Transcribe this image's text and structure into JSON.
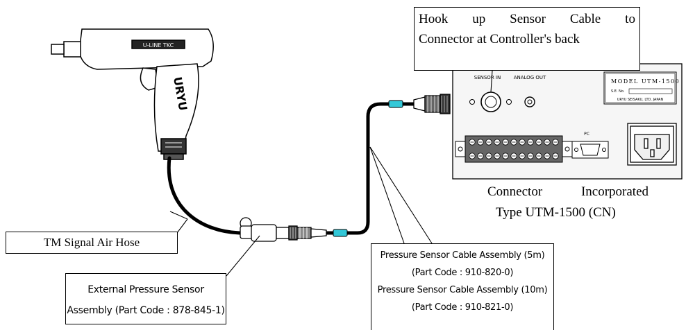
{
  "callouts": {
    "hook_up": {
      "line1_words": [
        "Hook",
        "up",
        "Sensor",
        "Cable",
        "to"
      ],
      "line2": "Connector at Controller's back"
    },
    "hose": "TM Signal Air Hose",
    "external_sensor": {
      "line1": "External Pressure Sensor",
      "line2": "Assembly (Part Code : 878-845-1)"
    },
    "cable_assembly": {
      "line1": "Pressure Sensor Cable Assembly (5m)",
      "line2": "(Part Code : 910-820-0)",
      "line3": "Pressure Sensor Cable Assembly (10m)",
      "line4": "(Part Code : 910-821-0)"
    }
  },
  "controller": {
    "caption_words": [
      "Connector",
      "Incorporated"
    ],
    "caption_line2": "Type UTM-1500 (CN)",
    "panel_labels": {
      "sensor_in": "SENSOR IN",
      "analog_out": "ANALOG OUT",
      "model": "MODEL UTM-1500",
      "serial": "S.E. No.",
      "maker": "URYU SEISAKU, LTD. JAPAN",
      "pc": "PC"
    }
  },
  "tool": {
    "handle_brand": "URYU",
    "body_label": "U-LINE TKC"
  },
  "colors": {
    "line": "#000000",
    "cable_marker": "#33c8d8",
    "panel_fill": "#f6f6f6"
  }
}
